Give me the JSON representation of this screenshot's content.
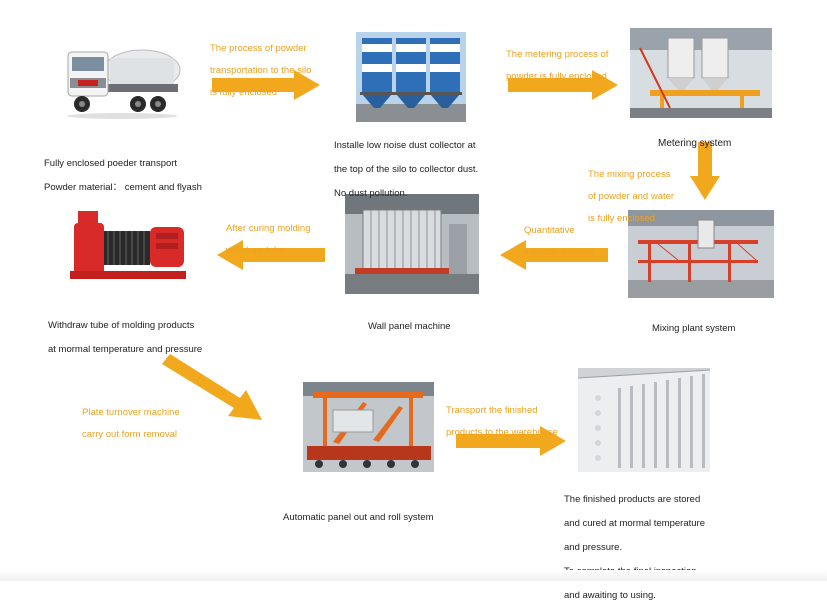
{
  "colors": {
    "arrow": "#f2a81d",
    "arrow_dark": "#e38f0f",
    "step_text": "#f0a020",
    "caption_text": "#222222"
  },
  "stages": {
    "truck": {
      "icon": "powder-tanker-truck-photo",
      "lines": [
        "Fully enclosed poeder transport",
        "Powder material： cement and flyash"
      ]
    },
    "silo": {
      "icon": "dust-collector-silos-photo",
      "lines": [
        "Installe low noise dust collector at",
        "the top of the silo to collector dust.",
        "No dust pollution."
      ]
    },
    "metering": {
      "icon": "metering-system-photo",
      "lines": [
        "Metering system"
      ]
    },
    "mixing": {
      "icon": "mixing-plant-photo",
      "lines": [
        "Mixing plant system"
      ]
    },
    "wall": {
      "icon": "wall-panel-machine-photo",
      "lines": [
        "Wall panel machine"
      ]
    },
    "winch": {
      "icon": "winch-withdraw-tube-photo",
      "lines": [
        "Withdraw tube of molding products",
        "at mormal temperature and pressure"
      ]
    },
    "panel": {
      "icon": "panel-out-roll-system-photo",
      "lines": [
        "Automatic panel out and roll system"
      ]
    },
    "finished": {
      "icon": "finished-panels-stack-photo",
      "lines": [
        "The finished products are stored",
        "and cured at mormal temperature",
        "and pressure.",
        "To complete the final inspection",
        "and awaiting to using."
      ]
    }
  },
  "steps": {
    "s1": [
      "The process of powder",
      "transportation to the silo",
      "is fully enclosed"
    ],
    "s2": [
      "The metering process of",
      "powder is fully enclosed"
    ],
    "s3": [
      "The mixing process",
      "of powder and water",
      "is fully enclosed"
    ],
    "s4": [
      "Quantitative",
      "injection molding"
    ],
    "s5": [
      "After curing molding",
      "withdraw tube"
    ],
    "s6": [
      "Plate turnover machine",
      "carry out form removal"
    ],
    "s7": [
      "Transport the finished",
      "products to the warehouse"
    ]
  }
}
